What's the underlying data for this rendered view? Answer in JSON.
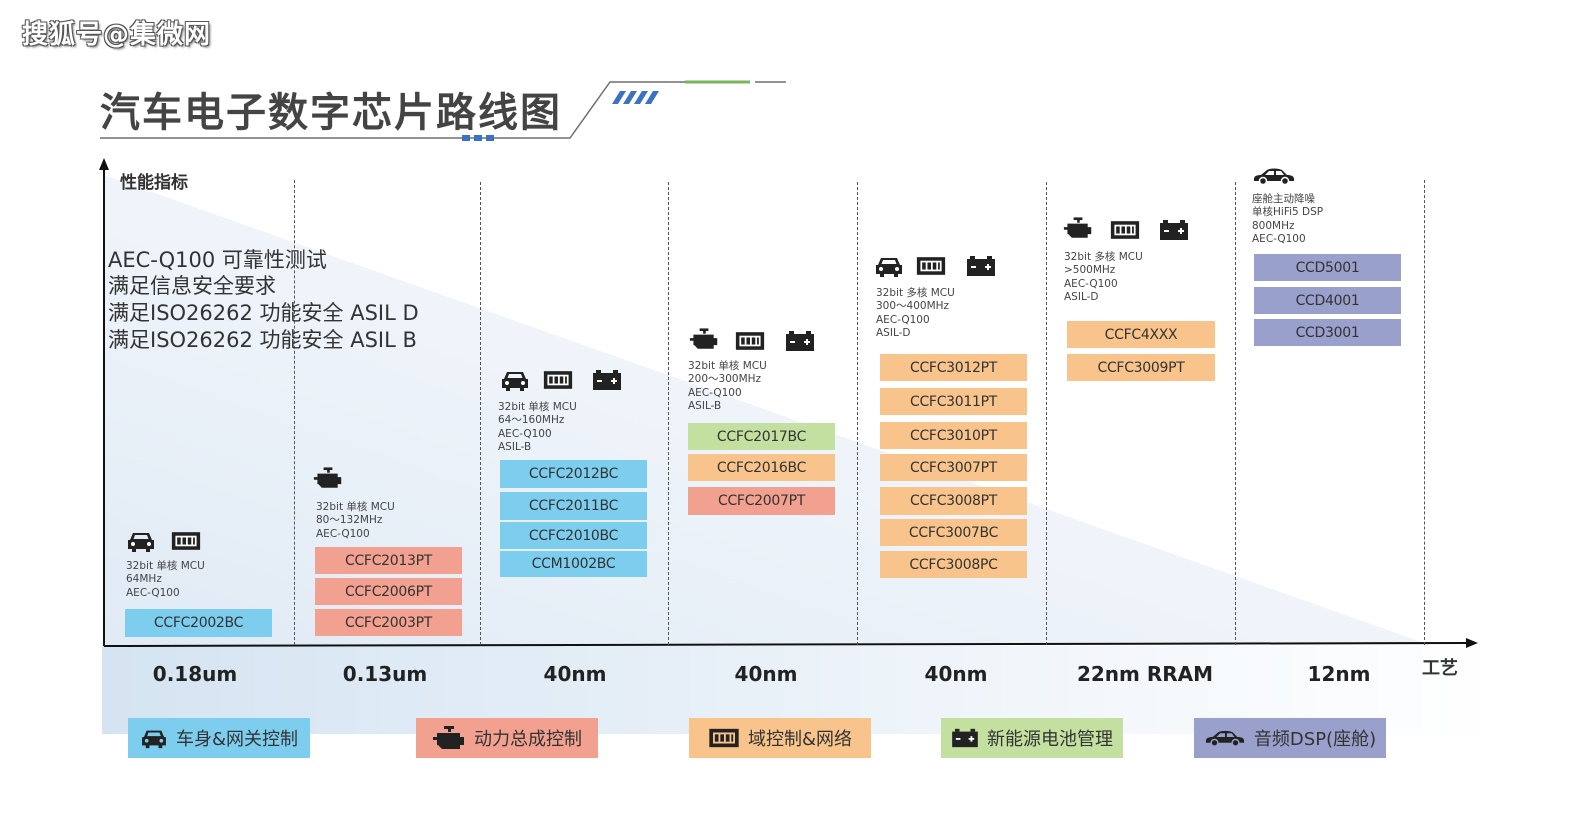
{
  "watermark": "搜狐号@集微网",
  "title": "汽车电子数字芯片路线图",
  "y_axis_label": "性能指标",
  "x_axis_label": "工艺",
  "requirements": [
    "AEC-Q100 可靠性测试",
    "满足信息安全要求",
    "满足ISO26262 功能安全 ASIL D",
    "满足ISO26262 功能安全 ASIL B"
  ],
  "colors": {
    "body_network": "#7dcdee",
    "powertrain": "#f2a090",
    "domain_network": "#f9c48c",
    "new_energy_battery": "#c4e0a0",
    "audio_dsp": "#9aa0cc"
  },
  "columns": [
    {
      "process": "0.18um",
      "icons": [
        "car-icon",
        "gateway-icon"
      ],
      "spec": [
        "32bit 单核 MCU",
        "64MHz",
        "AEC-Q100"
      ],
      "chips": [
        {
          "name": "CCFC2002BC",
          "category": "body_network"
        }
      ]
    },
    {
      "process": "0.13um",
      "icons": [
        "engine-icon"
      ],
      "spec": [
        "32bit 单核 MCU",
        "80～132MHz",
        "AEC-Q100"
      ],
      "chips": [
        {
          "name": "CCFC2013PT",
          "category": "powertrain"
        },
        {
          "name": "CCFC2006PT",
          "category": "powertrain"
        },
        {
          "name": "CCFC2003PT",
          "category": "powertrain"
        }
      ]
    },
    {
      "process": "40nm",
      "icons": [
        "car-icon",
        "gateway-icon",
        "battery-icon"
      ],
      "spec": [
        "32bit 单核 MCU",
        "64～160MHz",
        "AEC-Q100",
        "ASIL-B"
      ],
      "chips": [
        {
          "name": "CCFC2012BC",
          "category": "body_network"
        },
        {
          "name": "CCFC2011BC",
          "category": "body_network"
        },
        {
          "name": "CCFC2010BC",
          "category": "body_network"
        },
        {
          "name": "CCM1002BC",
          "category": "body_network"
        }
      ]
    },
    {
      "process": "40nm",
      "icons": [
        "engine-icon",
        "gateway-icon",
        "battery-icon"
      ],
      "spec": [
        "32bit 单核 MCU",
        "200～300MHz",
        "AEC-Q100",
        "ASIL-B"
      ],
      "chips": [
        {
          "name": "CCFC2017BC",
          "category": "new_energy_battery"
        },
        {
          "name": "CCFC2016BC",
          "category": "domain_network"
        },
        {
          "name": "CCFC2007PT",
          "category": "powertrain"
        }
      ]
    },
    {
      "process": "40nm",
      "icons": [
        "car-icon",
        "gateway-icon",
        "battery-icon"
      ],
      "spec": [
        "32bit 多核 MCU",
        "300～400MHz",
        "AEC-Q100",
        "ASIL-D"
      ],
      "chips": [
        {
          "name": "CCFC3012PT",
          "category": "domain_network"
        },
        {
          "name": "CCFC3011PT",
          "category": "domain_network"
        },
        {
          "name": "CCFC3010PT",
          "category": "domain_network"
        },
        {
          "name": "CCFC3007PT",
          "category": "domain_network"
        },
        {
          "name": "CCFC3008PT",
          "category": "domain_network"
        },
        {
          "name": "CCFC3007BC",
          "category": "domain_network"
        },
        {
          "name": "CCFC3008PC",
          "category": "domain_network"
        }
      ]
    },
    {
      "process": "22nm RRAM",
      "icons": [
        "engine-icon",
        "gateway-icon",
        "battery-icon"
      ],
      "spec": [
        "32bit 多核 MCU",
        ">500MHz",
        "AEC-Q100",
        "ASIL-D"
      ],
      "chips": [
        {
          "name": "CCFC4XXX",
          "category": "domain_network"
        },
        {
          "name": "CCFC3009PT",
          "category": "domain_network"
        }
      ]
    },
    {
      "process": "12nm",
      "icons": [
        "sedan-icon"
      ],
      "spec": [
        "座舱主动降噪",
        "单核HiFi5 DSP",
        "800MHz",
        "AEC-Q100"
      ],
      "chips": [
        {
          "name": "CCD5001",
          "category": "audio_dsp"
        },
        {
          "name": "CCD4001",
          "category": "audio_dsp"
        },
        {
          "name": "CCD3001",
          "category": "audio_dsp"
        }
      ]
    }
  ],
  "legend": [
    {
      "label": "车身&网关控制",
      "icon": "car-icon",
      "category": "body_network"
    },
    {
      "label": "动力总成控制",
      "icon": "engine-icon",
      "category": "powertrain"
    },
    {
      "label": "域控制&网络",
      "icon": "gateway-icon",
      "category": "domain_network"
    },
    {
      "label": "新能源电池管理",
      "icon": "battery-icon",
      "category": "new_energy_battery"
    },
    {
      "label": "音频DSP(座舱)",
      "icon": "sedan-icon",
      "category": "audio_dsp"
    }
  ]
}
